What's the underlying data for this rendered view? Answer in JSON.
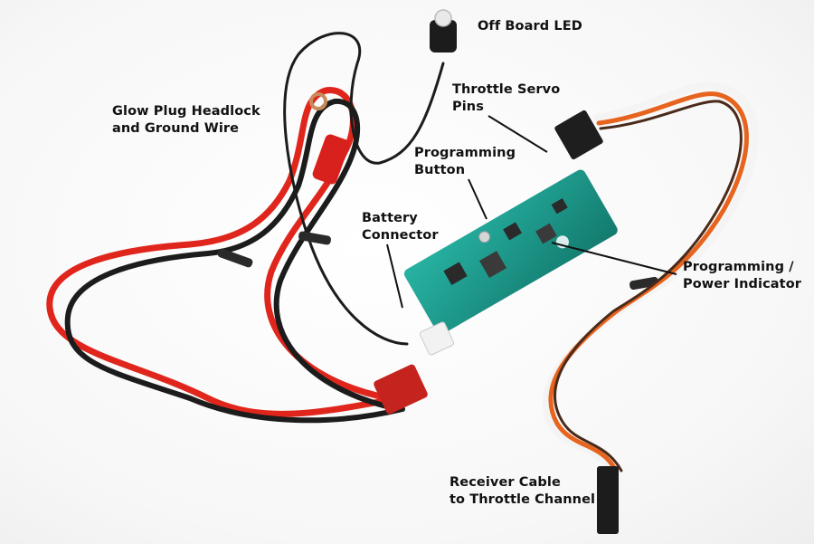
{
  "colors": {
    "wire_red": "#e0261c",
    "wire_black": "#1c1c1c",
    "wire_white": "#f4f4f4",
    "wire_orange": "#e7641e",
    "wire_brown": "#4a2a1a",
    "pcb_green": "#1f9a8c",
    "connector_red": "#c4231e",
    "leader_line": "#111111"
  },
  "labels": {
    "off_board_led": [
      "Off Board LED"
    ],
    "throttle_servo_pins": [
      "Throttle Servo",
      "Pins"
    ],
    "glow_plug": [
      "Glow Plug Headlock",
      "and Ground Wire"
    ],
    "programming_button": [
      "Programming",
      "Button"
    ],
    "battery_connector": [
      "Battery",
      "Connector"
    ],
    "programming_power_indicator": [
      "Programming /",
      "Power Indicator"
    ],
    "receiver_cable": [
      "Receiver Cable",
      "to Throttle Channel"
    ]
  }
}
